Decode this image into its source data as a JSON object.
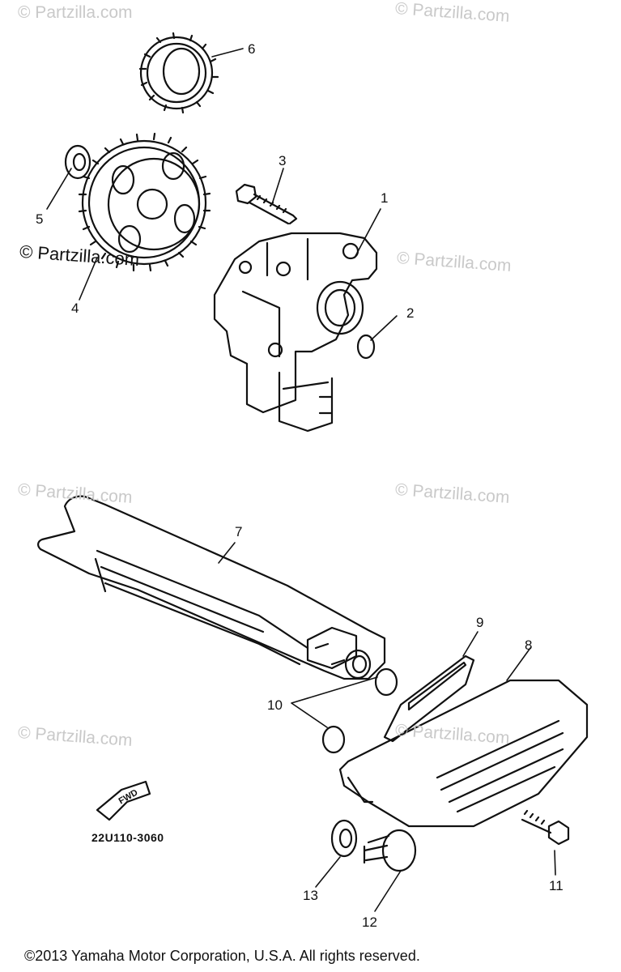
{
  "watermarks": {
    "dark_text": "© Partzilla.com",
    "light_text": "© Partzilla.com"
  },
  "callouts": [
    "1",
    "2",
    "3",
    "4",
    "5",
    "6",
    "7",
    "8",
    "9",
    "10",
    "11",
    "12",
    "13"
  ],
  "fwd_label": "FWD",
  "diagram_code": "22U110-3060",
  "copyright": "©2013 Yamaha Motor Corporation, U.S.A. All rights reserved.",
  "colors": {
    "ink": "#111111",
    "watermark": "#c9c9c9",
    "background": "#ffffff"
  }
}
